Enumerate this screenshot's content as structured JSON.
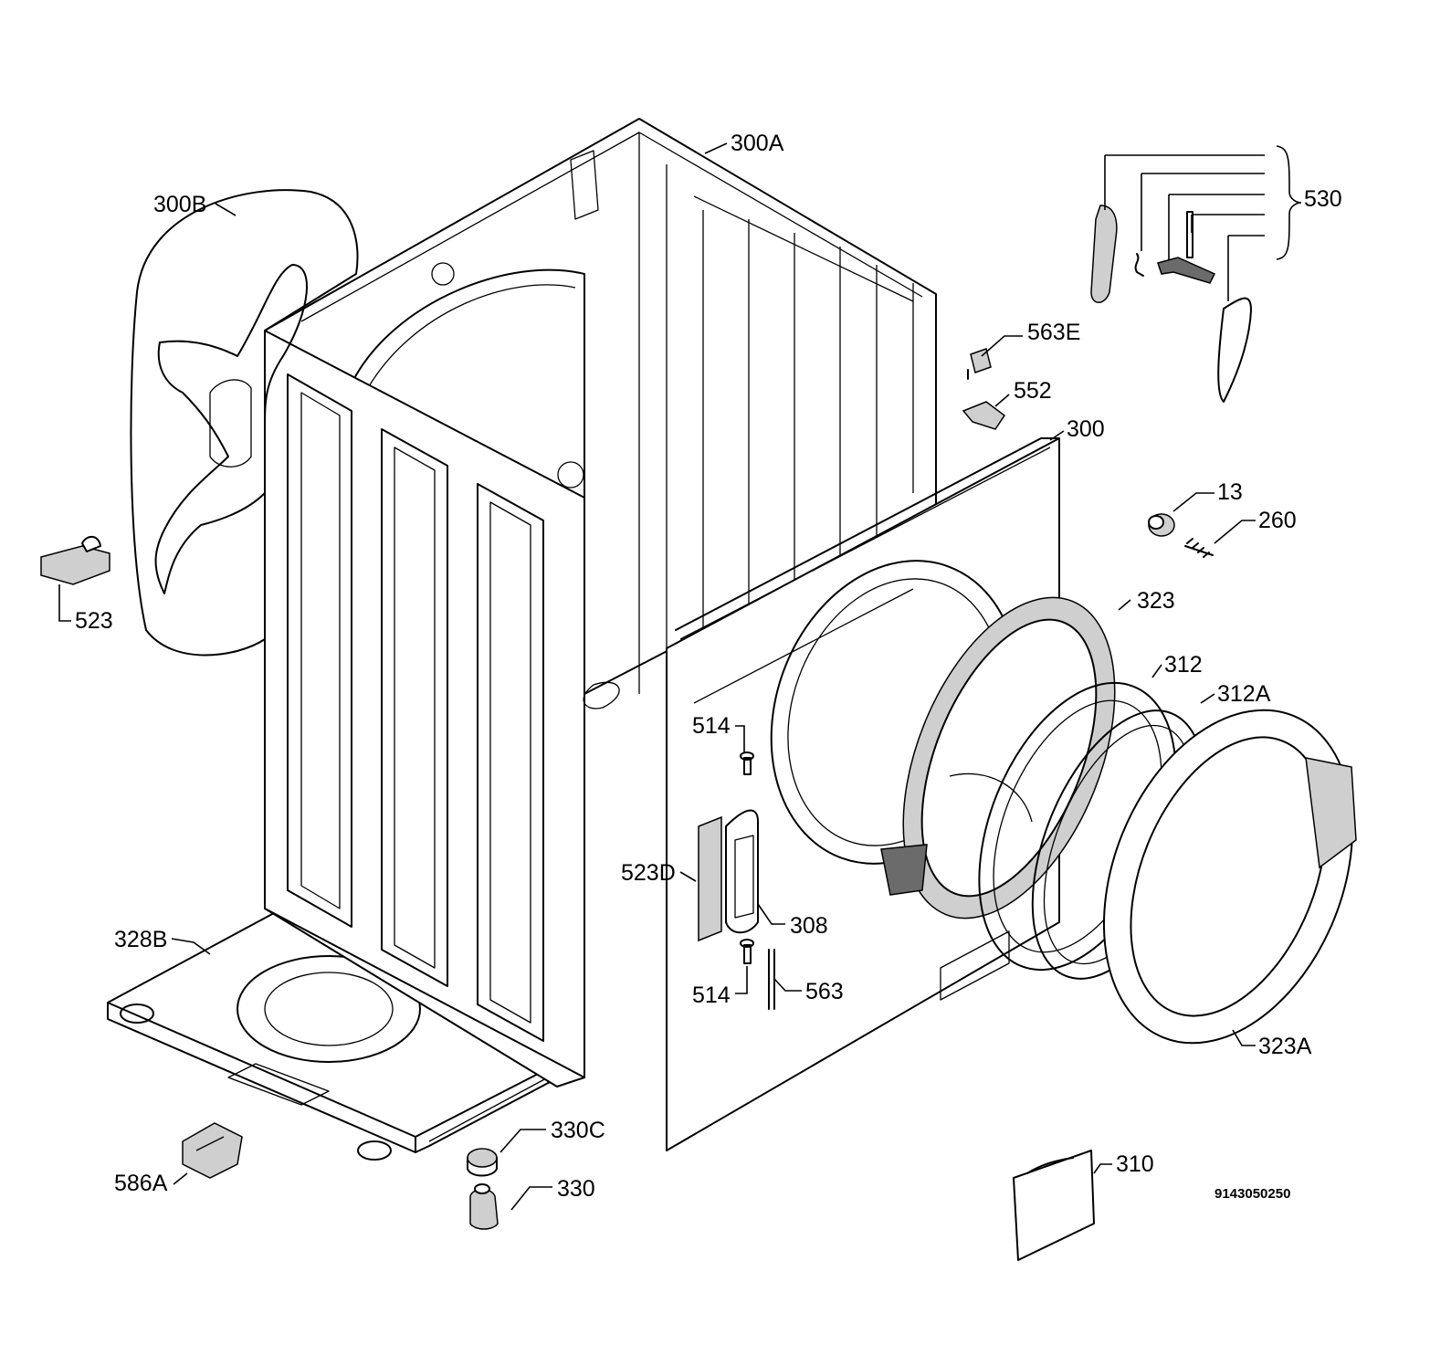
{
  "diagram": {
    "drawing_number": "9143050250",
    "callouts": {
      "c300A": "300A",
      "c300B": "300B",
      "c530": "530",
      "c563E": "563E",
      "c552": "552",
      "c300": "300",
      "c13": "13",
      "c260": "260",
      "c523": "523",
      "c323": "323",
      "c312": "312",
      "c312A": "312A",
      "c514a": "514",
      "c523D": "523D",
      "c308": "308",
      "c328B": "328B",
      "c514b": "514",
      "c563": "563",
      "c323A": "323A",
      "c330C": "330C",
      "c310": "310",
      "c586A": "586A",
      "c330": "330"
    }
  }
}
